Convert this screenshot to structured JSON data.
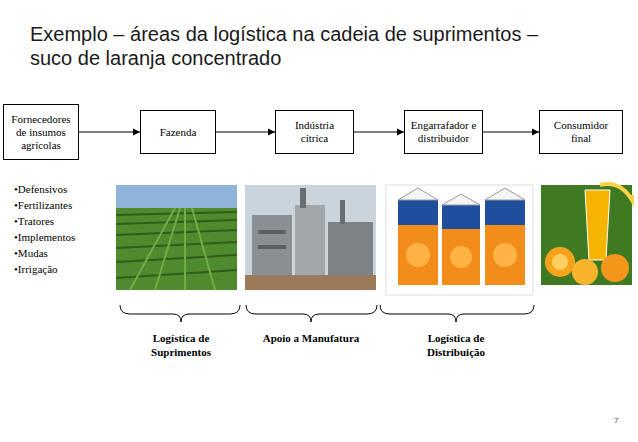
{
  "diagram": {
    "title": "Exemplo – áreas da logística na cadeia de suprimentos – suco de laranja concentrado",
    "nodes": [
      {
        "text": [
          "Fornecedores de insumos agrícolas"
        ]
      },
      {
        "text": [
          "Fazenda"
        ]
      },
      {
        "text": [
          "Indústria cítrica"
        ]
      },
      {
        "text": [
          "Engarrafador e distribuidor"
        ]
      },
      {
        "text": [
          "Consumidor final"
        ]
      }
    ],
    "edges": [
      {
        "from": 0,
        "to": 1,
        "arrow": "to"
      },
      {
        "from": 1,
        "to": 2,
        "arrow": "to"
      },
      {
        "from": 2,
        "to": 3,
        "arrow": "to"
      },
      {
        "from": 3,
        "to": 4,
        "arrow": "to"
      }
    ],
    "labels": [
      "•Defensivos",
      "•Fertilizantes",
      "•Tratores",
      "•Implementos",
      "•Mudas",
      "•Irrigação",
      "Logística de Suprimentos",
      "Apoio a Manufatura",
      "Logística de Distribuição",
      "7"
    ]
  }
}
